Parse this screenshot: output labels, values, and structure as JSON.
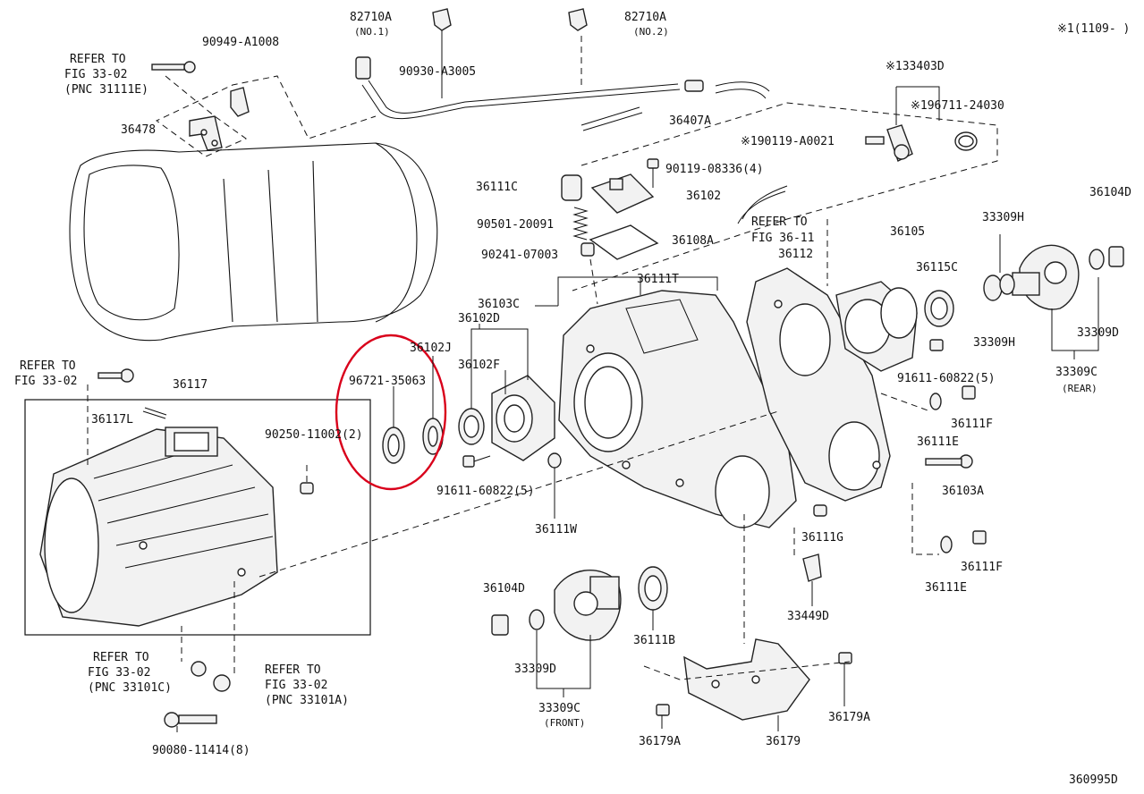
{
  "header": {
    "note": "※1(1109-     )",
    "figure_id": "360995D"
  },
  "highlight_color": "#d9001b",
  "labels": {
    "p82710A_1": "82710A",
    "p82710A_1_sub": "(NO.1)",
    "p82710A_2": "82710A",
    "p82710A_2_sub": "(NO.2)",
    "p90949": "90949-A1008",
    "ref_top_left_1": "REFER TO",
    "ref_top_left_2": "FIG 33-02",
    "ref_top_left_3": "(PNC 31111E)",
    "p90930": "90930-A3005",
    "p36478": "36478",
    "p36407A": "36407A",
    "p133403D": "※133403D",
    "p196711": "※196711-24030",
    "p190119": "※190119-A0021",
    "p90119": "90119-08336(4)",
    "p36111C": "36111C",
    "p36102": "36102",
    "ref_36_11_1": "REFER TO",
    "ref_36_11_2": "FIG 36-11",
    "p90501": "90501-20091",
    "p36108A": "36108A",
    "p90241": "90241-07003",
    "p36104D_r": "36104D",
    "p33309H_top": "33309H",
    "p36105": "36105",
    "p36112": "36112",
    "p36115C": "36115C",
    "p36111T": "36111T",
    "p36103C": "36103C",
    "p36102D": "36102D",
    "p36102J": "36102J",
    "p36102F": "36102F",
    "p96721": "96721-35063",
    "p33309H_bot": "33309H",
    "p33309D_r": "33309D",
    "p91611_r": "91611-60822(5)",
    "p33309C_r": "33309C",
    "p33309C_r_sub": "(REAR)",
    "ref_left_1": "REFER TO",
    "ref_left_2": "FIG 33-02",
    "p36117": "36117",
    "p36117L": "36117L",
    "p90250": "90250-11002(2)",
    "p36111F_a": "36111F",
    "p36111E_a": "36111E",
    "p91611_m": "91611-60822(5)",
    "p36103A": "36103A",
    "p36111W": "36111W",
    "p36111G": "36111G",
    "p36111F_b": "36111F",
    "p36111E_b": "36111E",
    "p36104D_l": "36104D",
    "p33449D": "33449D",
    "p36111B": "36111B",
    "p33309D_l": "33309D",
    "p33309C_f": "33309C",
    "p33309C_f_sub": "(FRONT)",
    "ref_bl1_1": "REFER TO",
    "ref_bl1_2": "FIG 33-02",
    "ref_bl1_3": "(PNC 33101C)",
    "ref_bl2_1": "REFER TO",
    "ref_bl2_2": "FIG 33-02",
    "ref_bl2_3": "(PNC 33101A)",
    "p36179A_r": "36179A",
    "p90080": "90080-11414(8)",
    "p36179A_l": "36179A",
    "p36179": "36179"
  }
}
